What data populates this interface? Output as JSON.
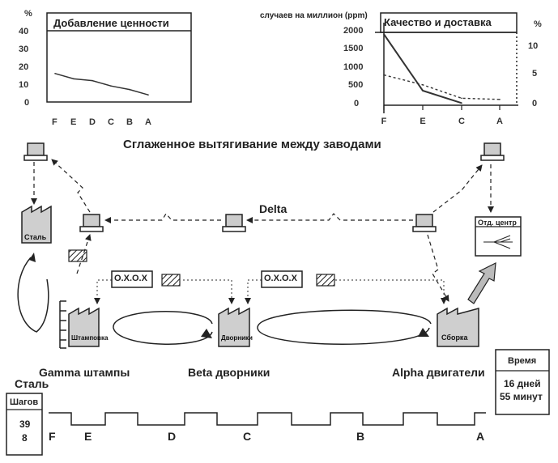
{
  "title": "Сглаженное вытягивание между заводами",
  "chart_data": [
    {
      "type": "line",
      "title": "Добавление ценности",
      "unit_label": "%",
      "x": [
        "F",
        "E",
        "D",
        "C",
        "B",
        "A"
      ],
      "yticks": [
        "40",
        "30",
        "20",
        "10",
        "0"
      ],
      "ylim": [
        0,
        50
      ],
      "series": [
        {
          "values": [
            16,
            13,
            12,
            9,
            7,
            4
          ]
        }
      ]
    },
    {
      "type": "line",
      "title": "Качество и доставка",
      "ylabel_left": "случаев на миллион (ppm)",
      "ylabel_right": "%",
      "x": [
        "F",
        "E",
        "C",
        "A"
      ],
      "yticks_left": [
        "2000",
        "1500",
        "1000",
        "500",
        "0"
      ],
      "yticks_right": [
        "10",
        "5",
        "0"
      ],
      "ylim_left": [
        0,
        2000
      ],
      "ylim_right": [
        0,
        12.5
      ],
      "series": [
        {
          "axis": "left",
          "style": "solid",
          "values": [
            1950,
            400,
            60,
            null
          ]
        },
        {
          "axis": "right",
          "style": "dotted",
          "values": [
            5.2,
            3.5,
            1.2,
            1.0
          ]
        }
      ]
    }
  ],
  "diagram": {
    "delta_label": "Delta",
    "plants": {
      "steel": "Сталь",
      "stamping": "Штамповка",
      "wipers": "Дворники",
      "assembly": "Сборка"
    },
    "shipping_center": "Отд. центр",
    "oxox_1": "O.X.O.X",
    "oxox_2": "O.X.O.X",
    "gamma": "Gamma штампы",
    "beta": "Beta дворники",
    "alpha": "Alpha двигатели",
    "steel_bottom": "Сталь"
  },
  "timeline": {
    "steps_label": "Шагов",
    "steps_value_1": "39",
    "steps_value_2": "8",
    "time_label": "Время",
    "time_value_1": "16 дней",
    "time_value_2": "55 минут",
    "letters": [
      "F",
      "E",
      "D",
      "C",
      "B",
      "A"
    ]
  }
}
